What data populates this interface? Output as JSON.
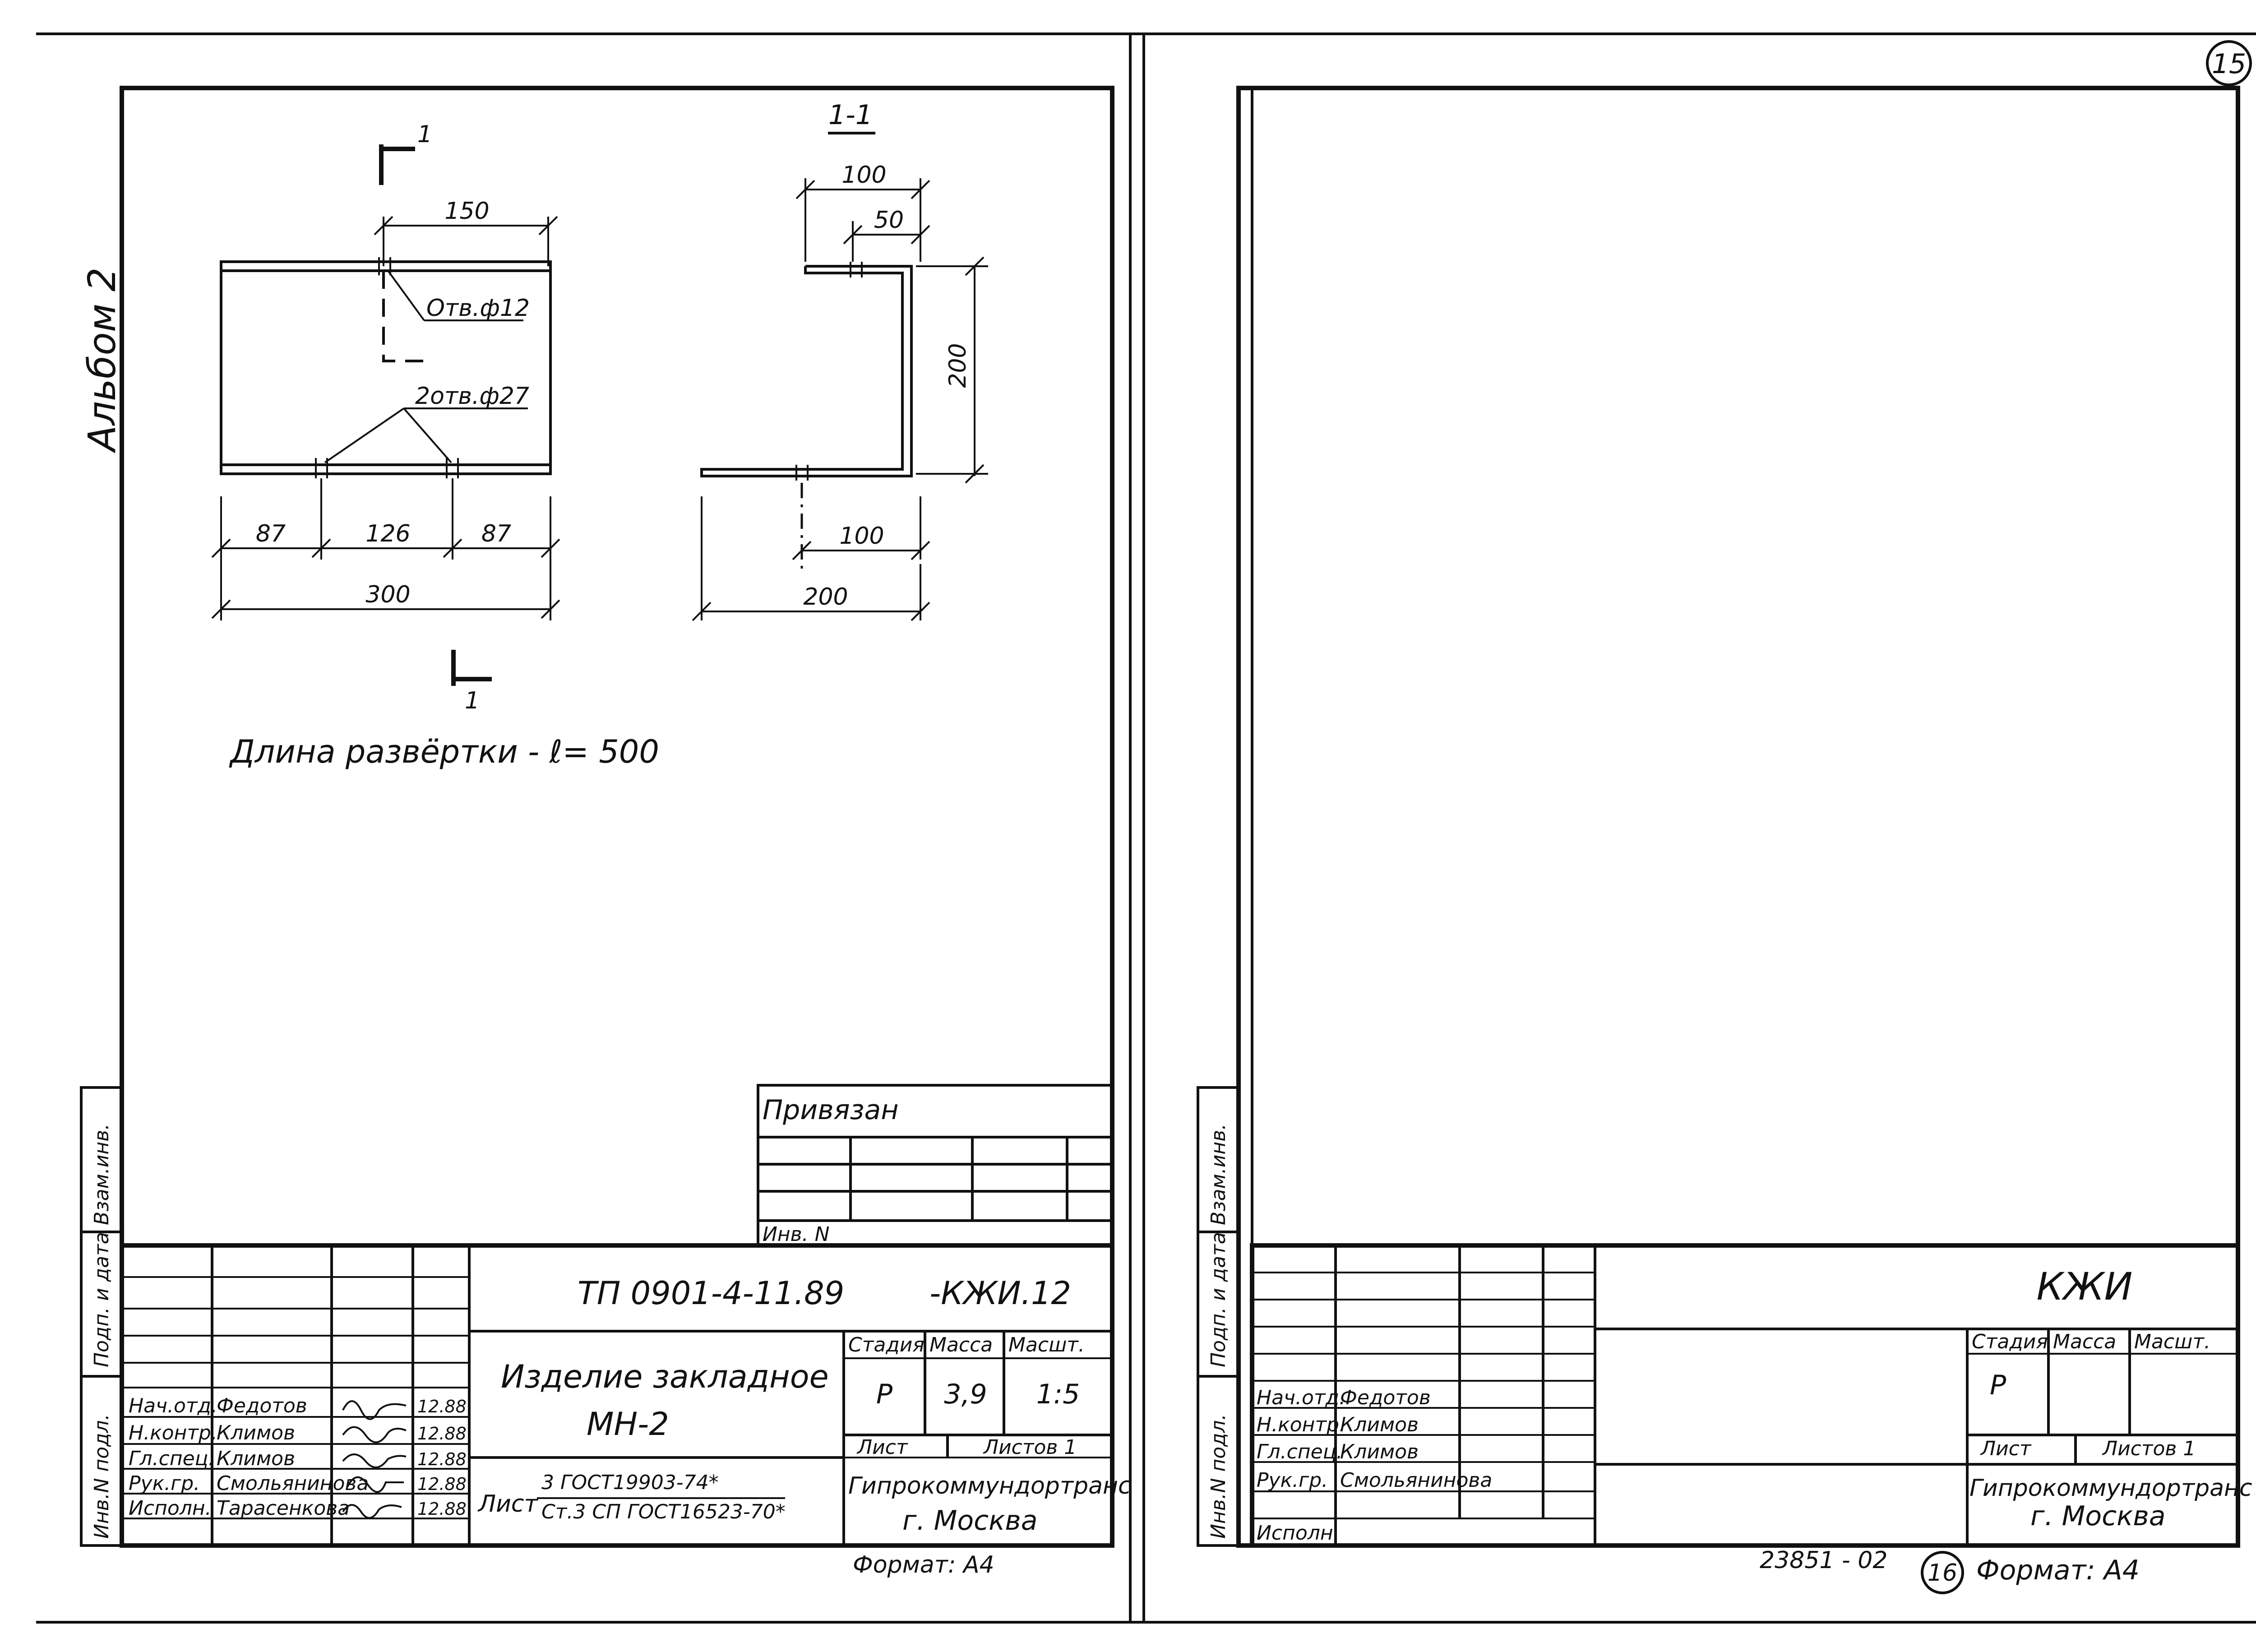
{
  "page_number": "15",
  "album_label": "Альбом 2",
  "left_sheet": {
    "section_marks": {
      "top": "1",
      "bottom": "1",
      "section_title": "1-1"
    },
    "plan": {
      "dim_top": "150",
      "hole_note": "Отв.ф12",
      "holes_note": "2отв.ф27",
      "dim_87_left": "87",
      "dim_126": "126",
      "dim_87_right": "87",
      "dim_300": "300"
    },
    "section": {
      "dim_100_top": "100",
      "dim_50": "50",
      "dim_200_vert": "200",
      "dim_100_bottom": "100",
      "dim_200_bottom": "200"
    },
    "unfold_note": "Длина развёртки - ℓ= 500",
    "binding_block": {
      "title": "Привязан",
      "inv_label": "Инв. N"
    },
    "side_stamp": {
      "inv_podl": "Инв.N подл.",
      "podp_date": "Подп. и дата",
      "vzam_inv": "Взам.инв."
    },
    "title_block": {
      "code": "ТП 0901-4-11.89",
      "suffix": "-КЖИ.12",
      "product_name_line1": "Изделие закладное",
      "product_name_line2": "МН-2",
      "col_stage": "Стадия",
      "col_mass": "Масса",
      "col_scale": "Масшт.",
      "stage": "Р",
      "mass": "3,9",
      "scale": "1:5",
      "sheet_label": "Лист",
      "sheets_label": "Листов 1",
      "material_label": "Лист",
      "material_top": "3       ГОСТ19903-74*",
      "material_bottom": "Ст.3 СП ГОСТ16523-70*",
      "org": "Гипрокоммундортранс",
      "city": "г. Москва",
      "format": "Формат: А4",
      "staff": [
        {
          "role": "Нач.отд.",
          "name": "Федотов",
          "date": "12.88"
        },
        {
          "role": "Н.контр.",
          "name": "Климов",
          "date": "12.88"
        },
        {
          "role": "Гл.спец.",
          "name": "Климов",
          "date": "12.88"
        },
        {
          "role": "Рук.гр.",
          "name": "Смольянинова",
          "date": "12.88"
        },
        {
          "role": "Исполн.",
          "name": "Тарасенкова",
          "date": "12.88"
        }
      ]
    }
  },
  "right_sheet": {
    "side_stamp": {
      "inv_podl": "Инв.N подл.",
      "podp_date": "Подп. и дата",
      "vzam_inv": "Взам.инв."
    },
    "title_block": {
      "mark": "КЖИ",
      "col_stage": "Стадия",
      "col_mass": "Масса",
      "col_scale": "Масшт.",
      "stage": "Р",
      "sheet_label": "Лист",
      "sheets_label": "Листов 1",
      "org": "Гипрокоммундортранс",
      "city": "г. Москва",
      "staff": [
        {
          "role": "Нач.отд.",
          "name": "Федотов"
        },
        {
          "role": "Н.контр.",
          "name": "Климов"
        },
        {
          "role": "Гл.спец.",
          "name": "Климов"
        },
        {
          "role": "Рук.гр.",
          "name": "Смольянинова"
        },
        {
          "role": "Исполн.",
          "name": ""
        }
      ]
    },
    "archive_number": "23851 - 02",
    "circle_number": "16",
    "format": "Формат: А4"
  }
}
